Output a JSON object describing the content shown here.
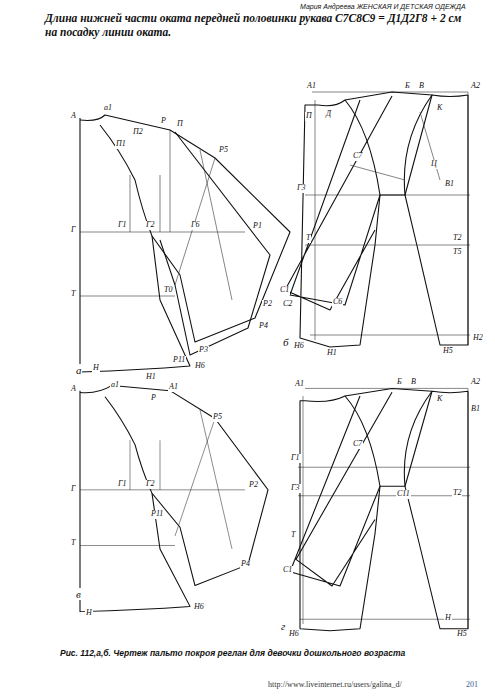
{
  "diagram": {
    "caption": "Рис. 112,а,б. Чертеж пальто покроя реглан для девочки дошкольного возраста",
    "labels": [
      "Мария Андреева ЖЕНСКАЯ И ДЕТСКАЯ ОДЕЖДА",
      "Длина нижней части оката передней половинки рукава С7С8С9 = Д1Д2Г8 + 2 см на посадку линии оката.",
      "http://www.liveinternet.ru/users/galina_d/",
      "201",
      "а",
      "Н",
      "Н1",
      "Н6",
      "А",
      "а1",
      "Р",
      "П",
      "П1",
      "П2",
      "Р5",
      "Г",
      "Г1",
      "Г2",
      "Г6",
      "Р1",
      "Т",
      "Т0",
      "Р2",
      "Р4",
      "Р3",
      "Р11",
      "б",
      "А1",
      "А2",
      "Б",
      "В",
      "П",
      "Д",
      "К",
      "В1",
      "Ц",
      "С7",
      "Г3",
      "Т",
      "Т2",
      "Т5",
      "С1",
      "С2",
      "С6",
      "Н6",
      "Н1",
      "Н5",
      "Н2",
      "в",
      "А",
      "а1",
      "А1",
      "Р",
      "Р5",
      "Р2",
      "Г",
      "Г1",
      "Г2",
      "Т",
      "Р11",
      "Р4",
      "Н",
      "Н6",
      "г",
      "А1",
      "А2",
      "Б",
      "В",
      "К",
      "В1",
      "Г1",
      "Г3",
      "С7",
      "С11",
      "Т",
      "Т2",
      "С1",
      "Н6",
      "Н5",
      "Н"
    ]
  }
}
